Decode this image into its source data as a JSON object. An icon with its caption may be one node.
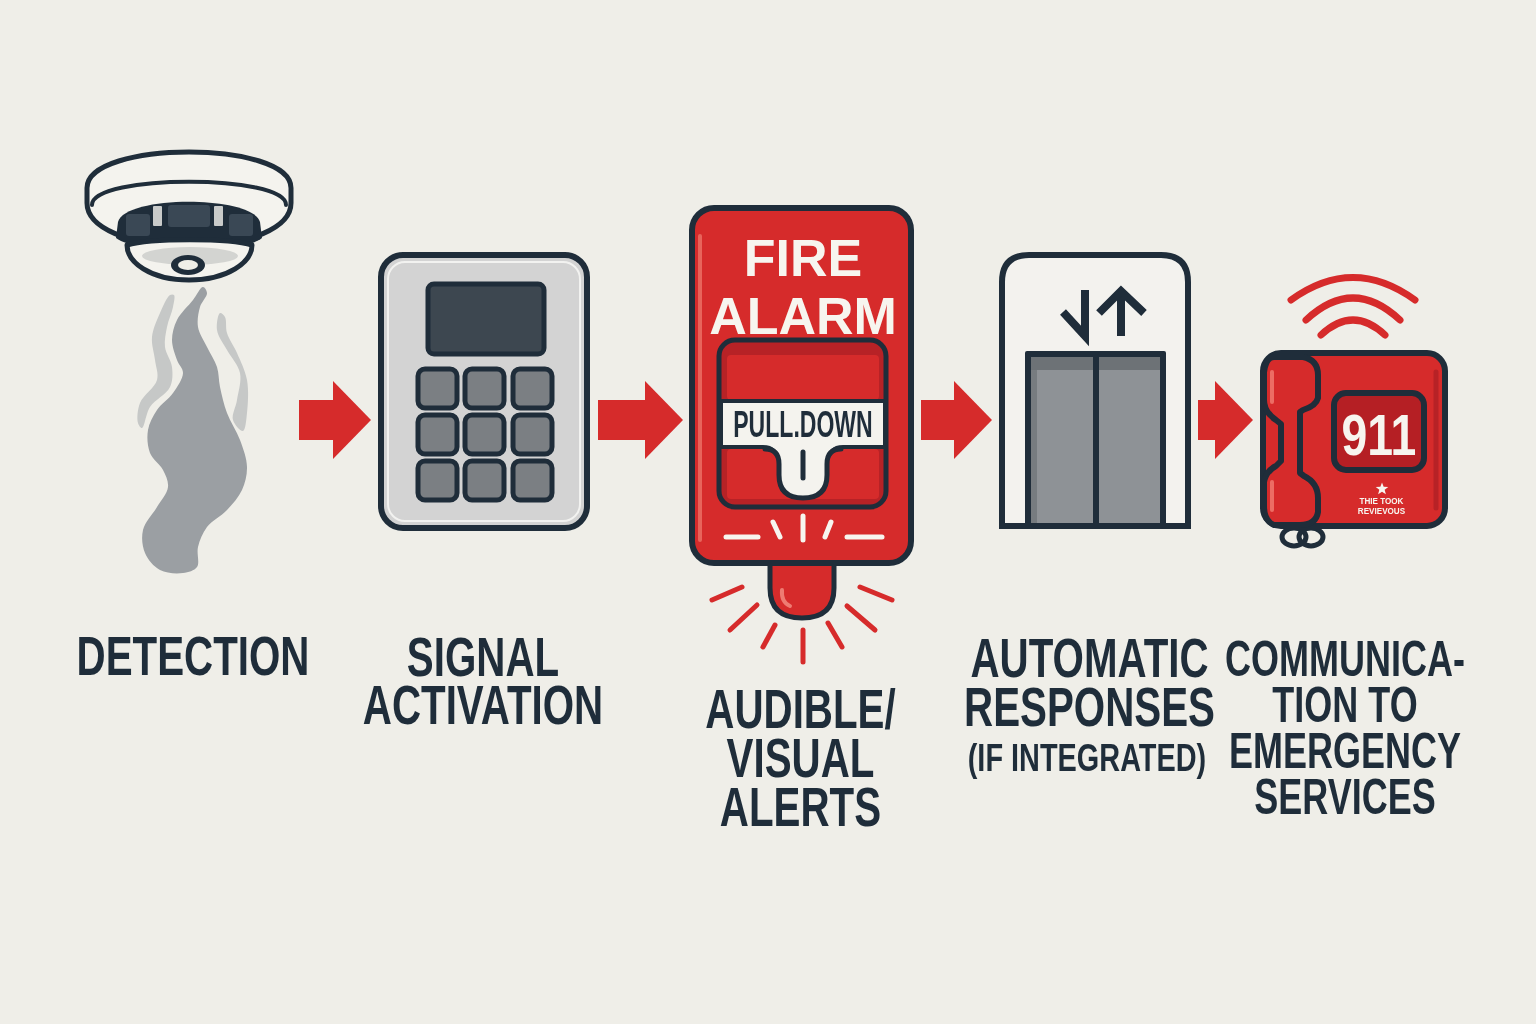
{
  "diagram": {
    "nodes": [
      {
        "text": [],
        "shape": "picture",
        "beside": [
          "DETECTION"
        ]
      },
      {
        "text": [],
        "shape": "picture",
        "beside": [
          "SIGNAL ACTIVATION"
        ]
      },
      {
        "text": [
          "FIRE ALARM",
          "PULL.DOWN"
        ],
        "beside": [
          "AUDIBLE/ VISUAL ALERTS"
        ]
      },
      {
        "text": [],
        "shape": "picture",
        "beside": [
          "AUTOMATIC RESPONSES",
          "(IF INTEGRATED)"
        ]
      },
      {
        "text": [
          "911",
          "THIE TOOK REVIEVOUS"
        ],
        "beside": [
          "COMMUNICA- TION TO EMERGENCY SERVICES"
        ]
      }
    ],
    "edges": [
      {
        "from": 0,
        "to": 1,
        "arrow": "to"
      },
      {
        "from": 1,
        "to": 2,
        "arrow": "to"
      },
      {
        "from": 2,
        "to": 3,
        "arrow": "to"
      },
      {
        "from": 3,
        "to": 4,
        "arrow": "to"
      }
    ]
  }
}
